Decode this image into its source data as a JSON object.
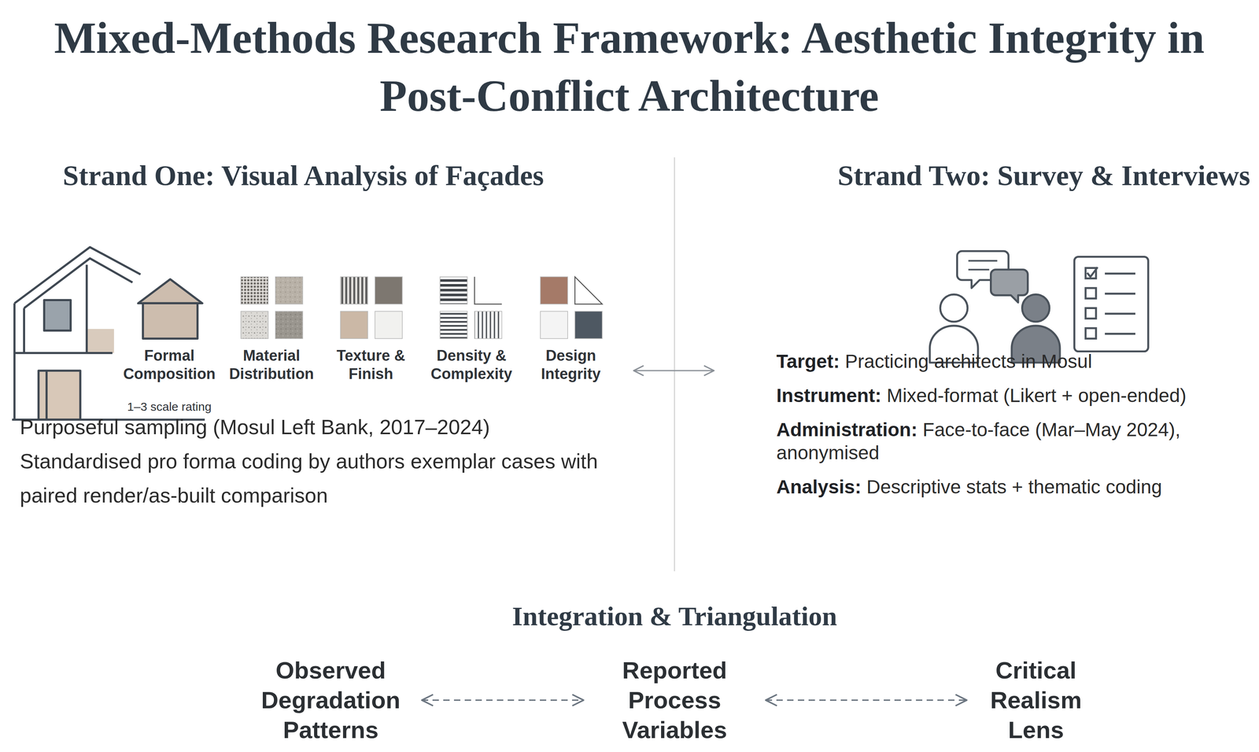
{
  "diagram": {
    "title": "Mixed-Methods Research Framework: Aesthetic Integrity in Post-Conflict Architecture",
    "nodes": [
      {
        "text": [
          "Strand One: Visual Analysis of Façades",
          "Purposeful sampling (Mosul Left Bank, 2017–2024)",
          "Standardised pro forma coding by authors exemplar cases with paired render/as-built comparison"
        ]
      },
      {
        "text": [
          "Strand Two: Survey & Interviews",
          "Target:",
          "Practicing architects in Mosul",
          "Instrument:",
          "Mixed-format (Likert + open-ended)",
          "Administration:",
          "Face-to-face (Mar–May 2024), anonymised",
          "Analysis:",
          "Descriptive stats + thematic coding"
        ]
      },
      {
        "text": [
          "Observed Degradation Patterns"
        ]
      },
      {
        "text": [
          "Reported Process Variables"
        ]
      },
      {
        "text": [
          "Critical Realism Lens"
        ]
      }
    ],
    "edges": [
      {
        "from": 0,
        "to": 1,
        "arrow": "both"
      },
      {
        "from": 2,
        "to": 3,
        "arrow": "both"
      },
      {
        "from": 3,
        "to": 4,
        "arrow": "both"
      }
    ],
    "labels": [
      "Formal Composition",
      "Material Distribution",
      "Texture & Finish",
      "Density & Complexity",
      "Design Integrity",
      "1–3 scale rating",
      "Integration & Triangulation"
    ]
  }
}
